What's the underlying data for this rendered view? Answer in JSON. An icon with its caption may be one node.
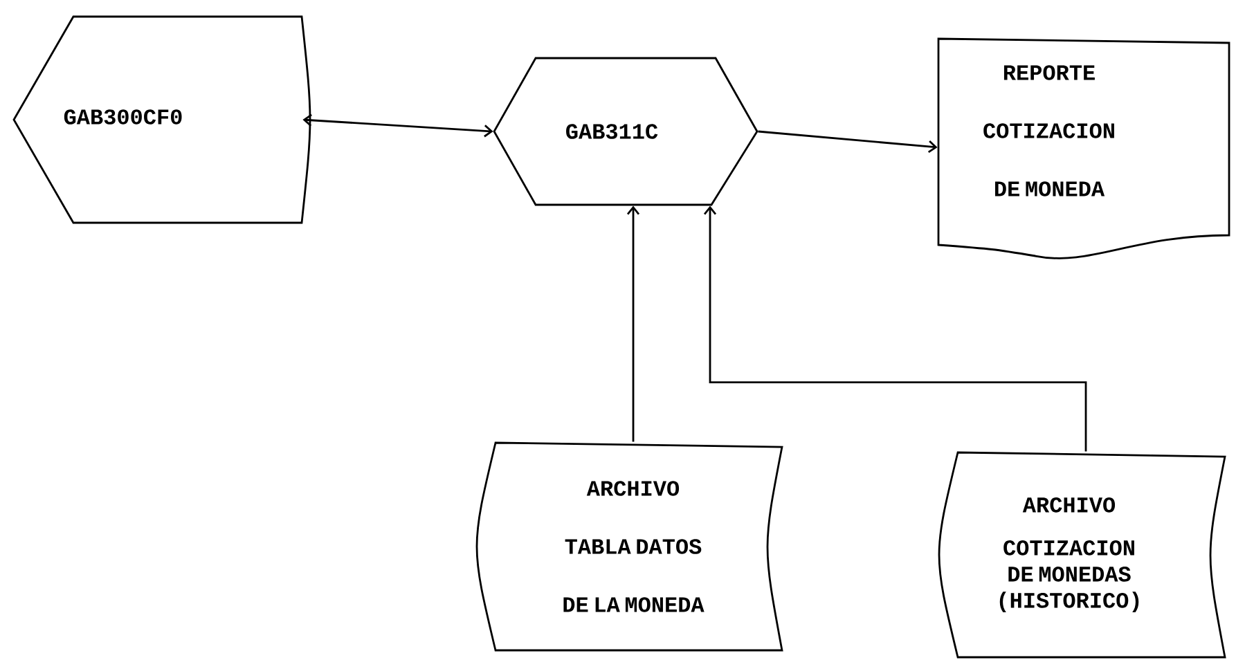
{
  "diagram": {
    "nodes": [
      {
        "text": [
          "GAB300CF0"
        ]
      },
      {
        "text": [
          "GAB311C"
        ]
      },
      {
        "text": [
          "REPORTE COTIZACION DE MONEDA"
        ]
      },
      {
        "text": [
          "ARCHIVO TABLA DATOS DE LA MONEDA"
        ]
      },
      {
        "text": [
          "ARCHIVO",
          "COTIZACION DE MONEDAS (HISTORICO)"
        ]
      }
    ],
    "edges": [
      {
        "from": 0,
        "to": 1,
        "arrow": "both"
      },
      {
        "from": 1,
        "to": 2,
        "arrow": "to"
      },
      {
        "from": 3,
        "to": 1,
        "arrow": "to"
      },
      {
        "from": 4,
        "to": 1,
        "arrow": "to"
      }
    ]
  }
}
